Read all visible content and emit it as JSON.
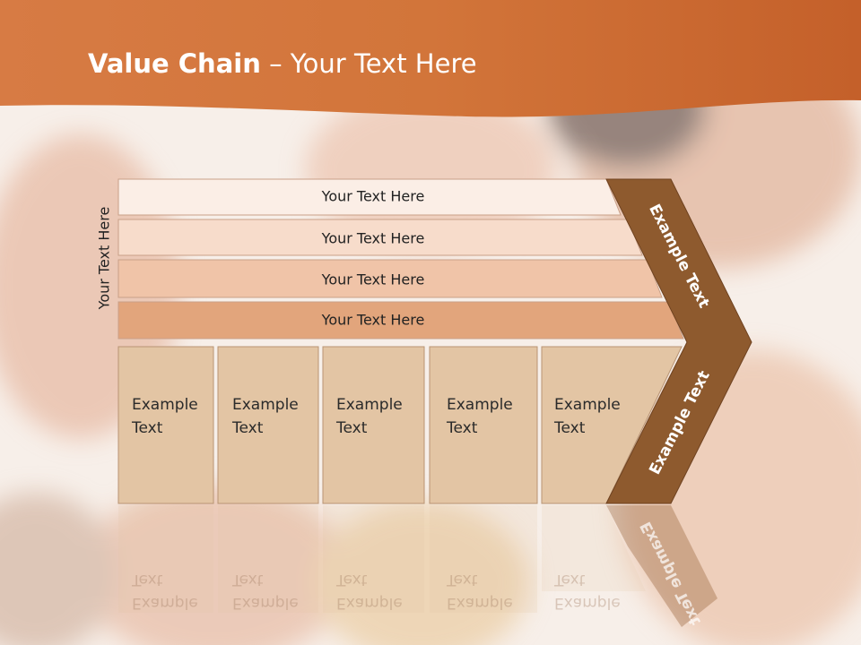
{
  "title": {
    "bold": "Value Chain",
    "rest": " – Your Text Here"
  },
  "side_label": "Your Text Here",
  "rows": [
    {
      "label": "Your Text Here",
      "color": "#fbeee6"
    },
    {
      "label": "Your Text Here",
      "color": "#f7dccb"
    },
    {
      "label": "Your Text Here",
      "color": "#f0c4a8"
    },
    {
      "label": "Your Text Here",
      "color": "#e2a57c"
    }
  ],
  "boxes": [
    {
      "line1": "Example",
      "line2": "Text"
    },
    {
      "line1": "Example",
      "line2": "Text"
    },
    {
      "line1": "Example",
      "line2": "Text"
    },
    {
      "line1": "Example",
      "line2": "Text"
    },
    {
      "line1": "Example",
      "line2": "Text"
    }
  ],
  "chevron": {
    "top_label": "Example Text",
    "bottom_label": "Example Text",
    "color": "#8e5a2e"
  },
  "colors": {
    "header": "#c8692c",
    "box": "#e3c5a4"
  }
}
